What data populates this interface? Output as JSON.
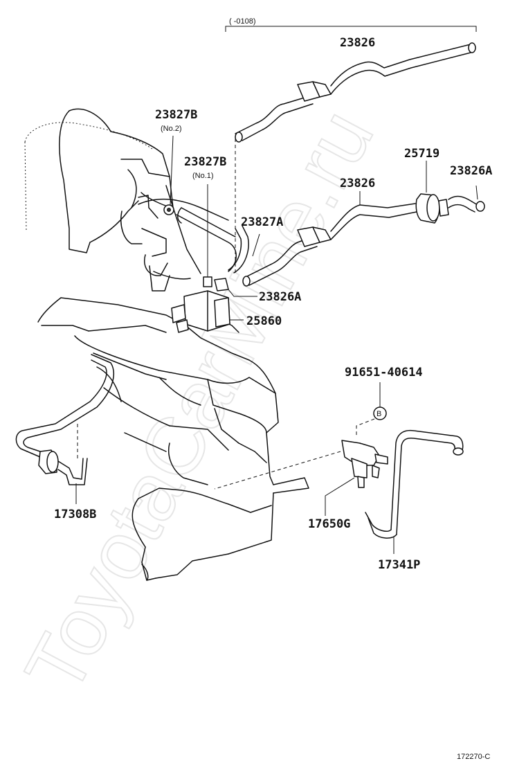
{
  "watermark": "ToyotaCarMine.ru",
  "bracket_note": "(        -0108)",
  "callouts": {
    "p23826_top": "23826",
    "p23827b_no2": "23827B",
    "p23827b_no2_sub": "(No.2)",
    "p23827b_no1": "23827B",
    "p23827b_no1_sub": "(No.1)",
    "p25719": "25719",
    "p23826a_right": "23826A",
    "p23826_mid": "23826",
    "p23827a": "23827A",
    "p23826a_lower": "23826A",
    "p25860": "25860",
    "p91651": "91651-40614",
    "ref_b": "B",
    "p17308b": "17308B",
    "p17650g": "17650G",
    "p17341p": "17341P"
  },
  "figure_code": "172270-C"
}
